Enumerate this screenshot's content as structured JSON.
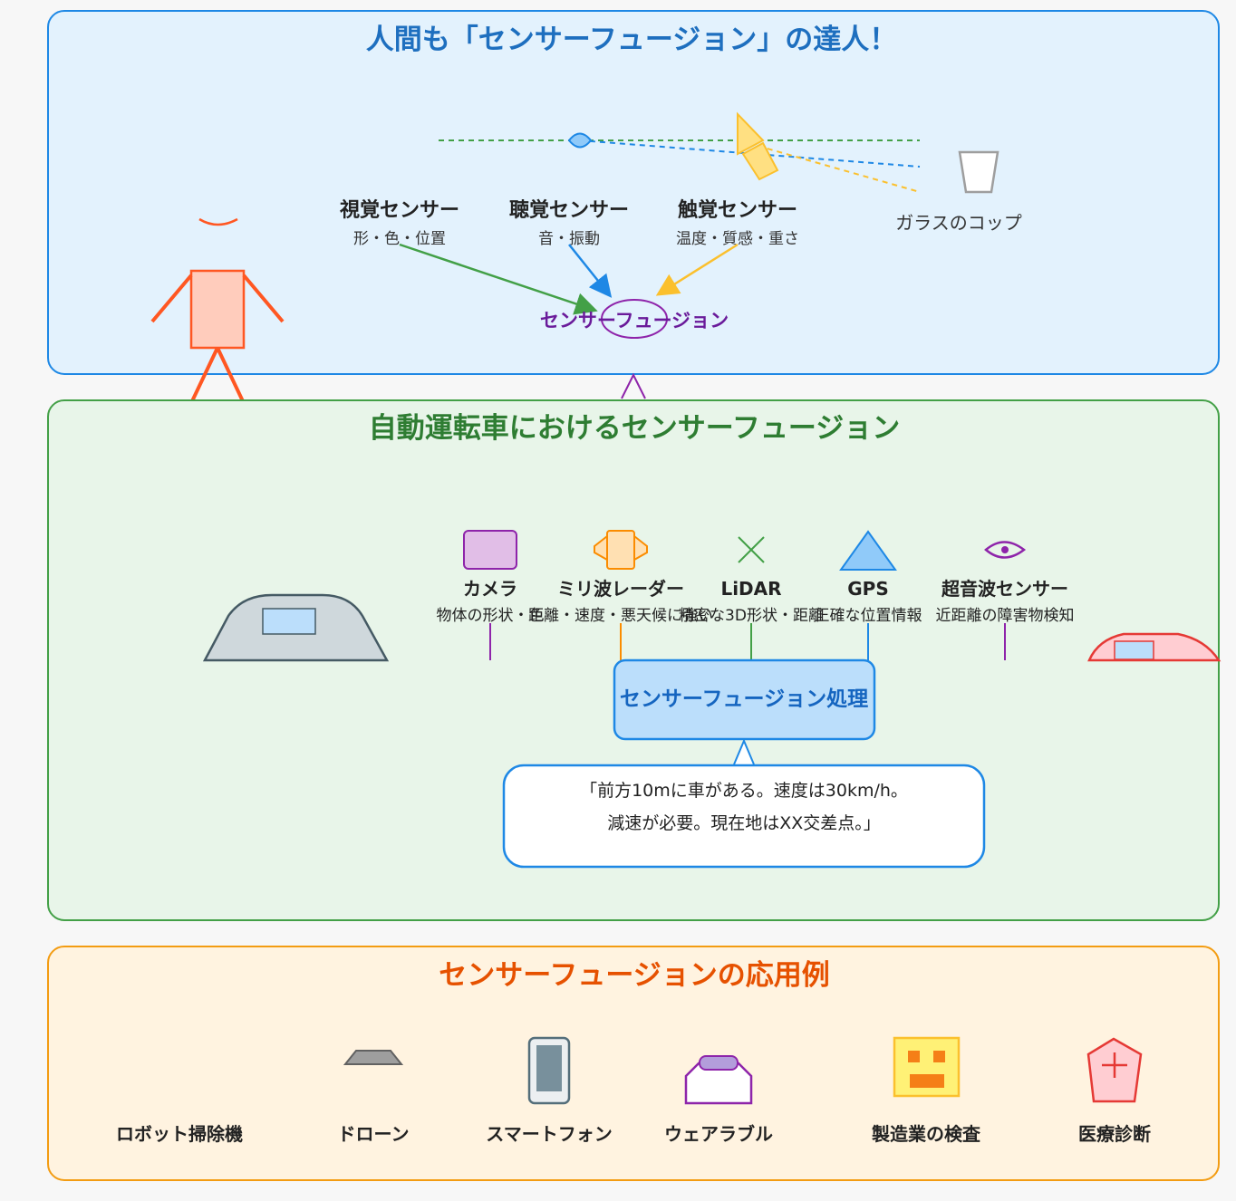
{
  "colors": {
    "section1": "#1e88e5",
    "section2": "#43a047",
    "section3": "#f39c12",
    "title1": "#1e6fbf",
    "title2": "#2e7d32",
    "title3": "#e65100",
    "fusion": "#6a1b9a"
  },
  "human": {
    "title": "人間も「センサーフュージョン」の達人！",
    "senses": [
      {
        "name": "視覚センサー",
        "detail": "形・色・位置"
      },
      {
        "name": "聴覚センサー",
        "detail": "音・振動"
      },
      {
        "name": "触覚センサー",
        "detail": "温度・質感・重さ"
      }
    ],
    "glass_label": "ガラスのコップ",
    "fusion_label": "センサーフュージョン"
  },
  "car": {
    "title": "自動運転車におけるセンサーフュージョン",
    "sensors": [
      {
        "name": "カメラ",
        "desc": "物体の形状・色",
        "icon": "camera-icon"
      },
      {
        "name": "ミリ波レーダー",
        "desc": "距離・速度・悪天候に強い",
        "icon": "radar-icon"
      },
      {
        "name": "LiDAR",
        "desc": "精密な3D形状・距離",
        "icon": "lidar-icon"
      },
      {
        "name": "GPS",
        "desc": "正確な位置情報",
        "icon": "gps-icon"
      },
      {
        "name": "超音波センサー",
        "desc": "近距離の障害物検知",
        "icon": "ultrasonic-icon"
      }
    ],
    "processor_label": "センサーフュージョン処理",
    "result_lines": [
      "「前方10mに車がある。速度は30km/h。",
      "減速が必要。現在地はXX交差点。」"
    ]
  },
  "apps": {
    "title": "センサーフュージョンの応用例",
    "items": [
      {
        "label": "ロボット掃除機",
        "icon": "robot-vacuum-icon"
      },
      {
        "label": "ドローン",
        "icon": "drone-icon"
      },
      {
        "label": "スマートフォン",
        "icon": "smartphone-icon"
      },
      {
        "label": "ウェアラブル",
        "icon": "wearable-icon"
      },
      {
        "label": "製造業の検査",
        "icon": "factory-robot-icon"
      },
      {
        "label": "医療診断",
        "icon": "medical-icon"
      }
    ]
  }
}
